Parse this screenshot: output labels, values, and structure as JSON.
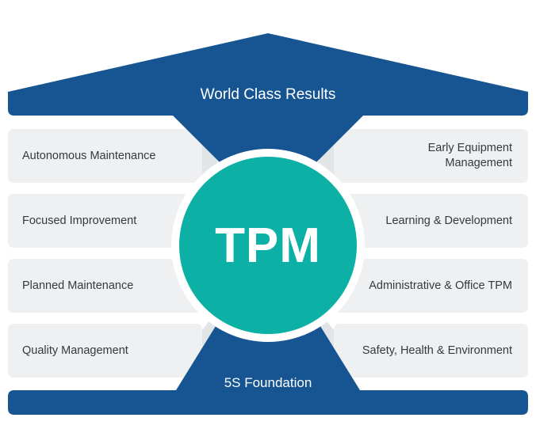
{
  "diagram": {
    "roof_label": "World Class Results",
    "foundation_label": "5S Foundation",
    "center_label": "TPM",
    "left_pillars": [
      {
        "label": "Autonomous Maintenance"
      },
      {
        "label": "Focused Improvement"
      },
      {
        "label": "Planned Maintenance"
      },
      {
        "label": "Quality Management"
      }
    ],
    "right_pillars": [
      {
        "label": "Early Equipment Management"
      },
      {
        "label": "Learning & Development"
      },
      {
        "label": "Administrative & Office TPM"
      },
      {
        "label": "Safety, Health & Environment"
      }
    ]
  },
  "colors": {
    "navy": "#175592",
    "teal": "#0cb0a4",
    "pillar_fill": "#eef0f1",
    "connector": "#e2e5e8",
    "text": "#333a42",
    "white": "#ffffff"
  }
}
